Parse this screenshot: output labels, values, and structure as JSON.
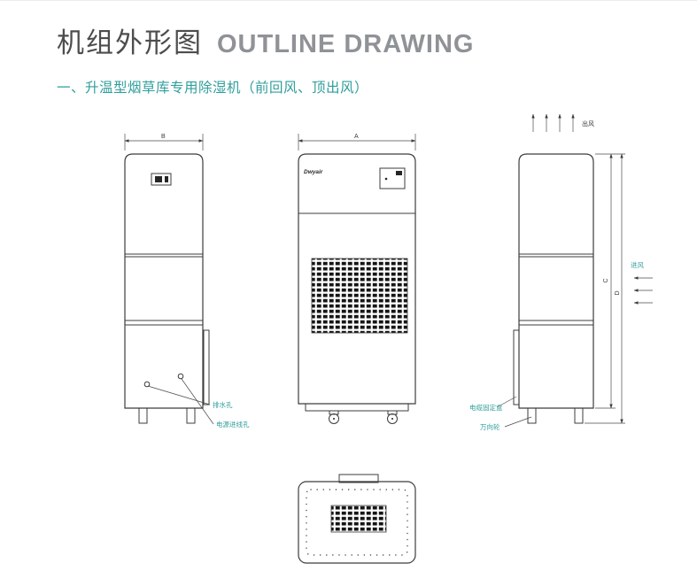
{
  "page": {
    "title_cn": "机组外形图",
    "title_en": "OUTLINE DRAWING",
    "subtitle": "一、升温型烟草库专用除湿机（前回风、顶出风）"
  },
  "drawing": {
    "logo": "Dwyair",
    "dims": {
      "a": "A",
      "b": "B",
      "c": "C",
      "d": "D"
    },
    "labels": {
      "drain_hole": "排水孔",
      "power_inlet": "电源进线孔",
      "cable_box": "电缆固定盒",
      "caster": "万向轮",
      "air_outlet": "出风",
      "air_inlet": "进风"
    },
    "colors": {
      "accent": "#2f9e9b",
      "line": "#3c3c3c"
    }
  }
}
